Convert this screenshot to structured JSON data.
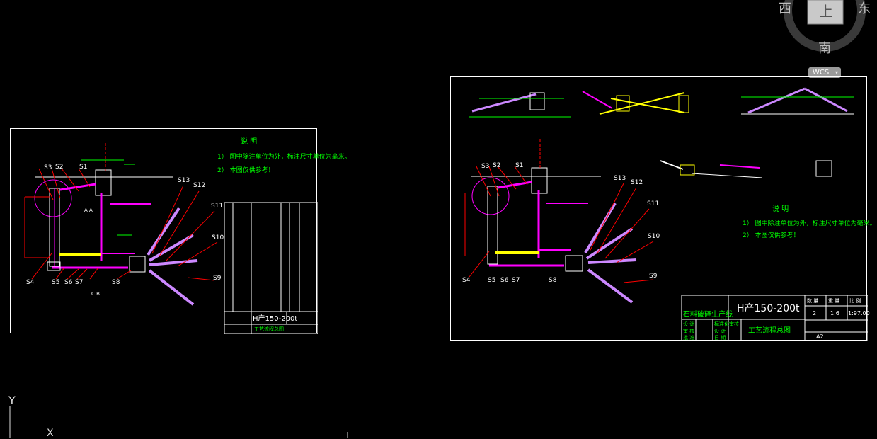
{
  "viewcube": {
    "west": "西",
    "top": "上",
    "east": "东",
    "south": "南",
    "wcs_label": "WCS"
  },
  "ucs": {
    "y_label": "Y",
    "x_label": "X"
  },
  "left_sheet": {
    "notes_title": "说 明",
    "note_1": "1） 图中除注单位为外，标注尺寸单位为毫米。",
    "note_2": "2） 本图仅供参考！",
    "streams": [
      "S1",
      "S2",
      "S3",
      "S4",
      "S5",
      "S6",
      "S7",
      "S8",
      "S9",
      "S10",
      "S11",
      "S12",
      "S13"
    ],
    "section_a": "A A",
    "section_c": "C B",
    "title_block": "H产150-200t",
    "drawing_name": "工艺流程总图"
  },
  "right_sheet": {
    "notes_title": "说 明",
    "note_1": "1） 图中除注单位为外，标注尺寸单位为毫米。",
    "note_2": "2） 本图仅供参考！",
    "streams": [
      "S1",
      "S2",
      "S3",
      "S4",
      "S5",
      "S6",
      "S7",
      "S8",
      "S9",
      "S10",
      "S11",
      "S12",
      "S13"
    ],
    "title_block": {
      "project": "石料破碎生产线",
      "capacity": "H产150-200t",
      "drawing_name": "工艺流程总图",
      "header_cols": [
        "数 量",
        "重 量",
        "比 例"
      ],
      "values": [
        "2",
        "1:6",
        "1:97.00"
      ],
      "rows": [
        "设 计",
        "审 核",
        "批 准"
      ],
      "right_rows": [
        "标准化审核",
        "设 计",
        "日 期"
      ],
      "paper_size": "A2"
    }
  }
}
